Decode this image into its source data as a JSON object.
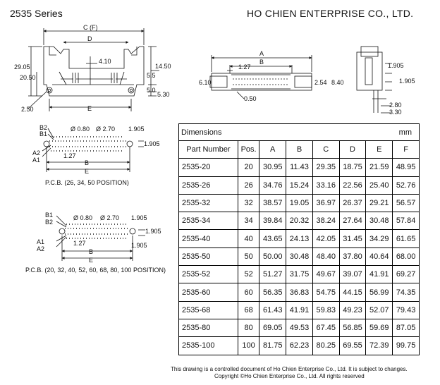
{
  "header": {
    "series": "2535 Series",
    "company": "HO CHIEN ENTERPRISE CO., LTD."
  },
  "drawing": {
    "front": {
      "c": "C (F)",
      "d": "D",
      "e": "E",
      "h1": "29.05",
      "h2": "20.50",
      "h3": "2.50",
      "c1": "4.10",
      "r1": "14.50",
      "r2": "5.5",
      "r3": "5.0",
      "r4": "5.30"
    },
    "top": {
      "a": "A",
      "b": "B",
      "p": "1.27",
      "l": "6.10",
      "r1": "2.54",
      "r2": "8.40",
      "bot": "0.50"
    },
    "side": {
      "t": "1.905",
      "m": "1.905",
      "b1": "2.80",
      "b2": "3.30"
    },
    "pcb1": {
      "b2": "B2",
      "b1": "B1",
      "a2": "A2",
      "a1": "A1",
      "d1": "Ø 0.80",
      "d2": "Ø 2.70",
      "p1": "1.905",
      "p2": "1.905",
      "p3": "1.27",
      "b": "B",
      "e": "E",
      "caption": "P.C.B. (26, 34, 50 POSITION)"
    },
    "pcb2": {
      "b1": "B1",
      "b2": "B2",
      "a1": "A1",
      "a2": "A2",
      "d1": "Ø 0.80",
      "d2": "Ø 2.70",
      "p1": "1.905",
      "p2": "1.905",
      "p3": "1.905",
      "p4": "1.27",
      "b": "B",
      "e": "E",
      "caption": "P.C.B. (20, 32, 40, 52, 60, 68, 80, 100  POSITION)"
    }
  },
  "table": {
    "title": "Dimensions",
    "unit": "mm",
    "headers": [
      "Part Number",
      "Pos.",
      "A",
      "B",
      "C",
      "D",
      "E",
      "F"
    ],
    "rows": [
      [
        "2535-20",
        "20",
        "30.95",
        "11.43",
        "29.35",
        "18.75",
        "21.59",
        "48.95"
      ],
      [
        "2535-26",
        "26",
        "34.76",
        "15.24",
        "33.16",
        "22.56",
        "25.40",
        "52.76"
      ],
      [
        "2535-32",
        "32",
        "38.57",
        "19.05",
        "36.97",
        "26.37",
        "29.21",
        "56.57"
      ],
      [
        "2535-34",
        "34",
        "39.84",
        "20.32",
        "38.24",
        "27.64",
        "30.48",
        "57.84"
      ],
      [
        "2535-40",
        "40",
        "43.65",
        "24.13",
        "42.05",
        "31.45",
        "34.29",
        "61.65"
      ],
      [
        "2535-50",
        "50",
        "50.00",
        "30.48",
        "48.40",
        "37.80",
        "40.64",
        "68.00"
      ],
      [
        "2535-52",
        "52",
        "51.27",
        "31.75",
        "49.67",
        "39.07",
        "41.91",
        "69.27"
      ],
      [
        "2535-60",
        "60",
        "56.35",
        "36.83",
        "54.75",
        "44.15",
        "56.99",
        "74.35"
      ],
      [
        "2535-68",
        "68",
        "61.43",
        "41.91",
        "59.83",
        "49.23",
        "52.07",
        "79.43"
      ],
      [
        "2535-80",
        "80",
        "69.05",
        "49.53",
        "67.45",
        "56.85",
        "59.69",
        "87.05"
      ],
      [
        "2535-100",
        "100",
        "81.75",
        "62.23",
        "80.25",
        "69.55",
        "72.39",
        "99.75"
      ]
    ]
  },
  "footer": {
    "notice": "This drawing is a controlled document of Ho Chien Enterprise Co., Ltd. It is subject to changes.",
    "copyright": "Copyright ©Ho Chien Enterprise Co., Ltd. All rights reserved"
  }
}
